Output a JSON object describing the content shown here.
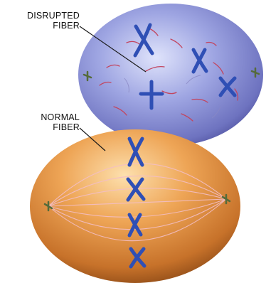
{
  "labels": {
    "disrupted": [
      "DISRUPTED",
      "FIBER"
    ],
    "normal": [
      "NORMAL",
      "FIBER"
    ]
  },
  "colors": {
    "upper_cell": "#7d83cc",
    "lower_cell": "#d98a3a",
    "chromosome": "#2f4fb5",
    "disrupted_fiber": "#c2455f",
    "normal_fiber": "#f1b7c0"
  },
  "icons": [
    "chromosome-icon",
    "centriole-icon"
  ]
}
